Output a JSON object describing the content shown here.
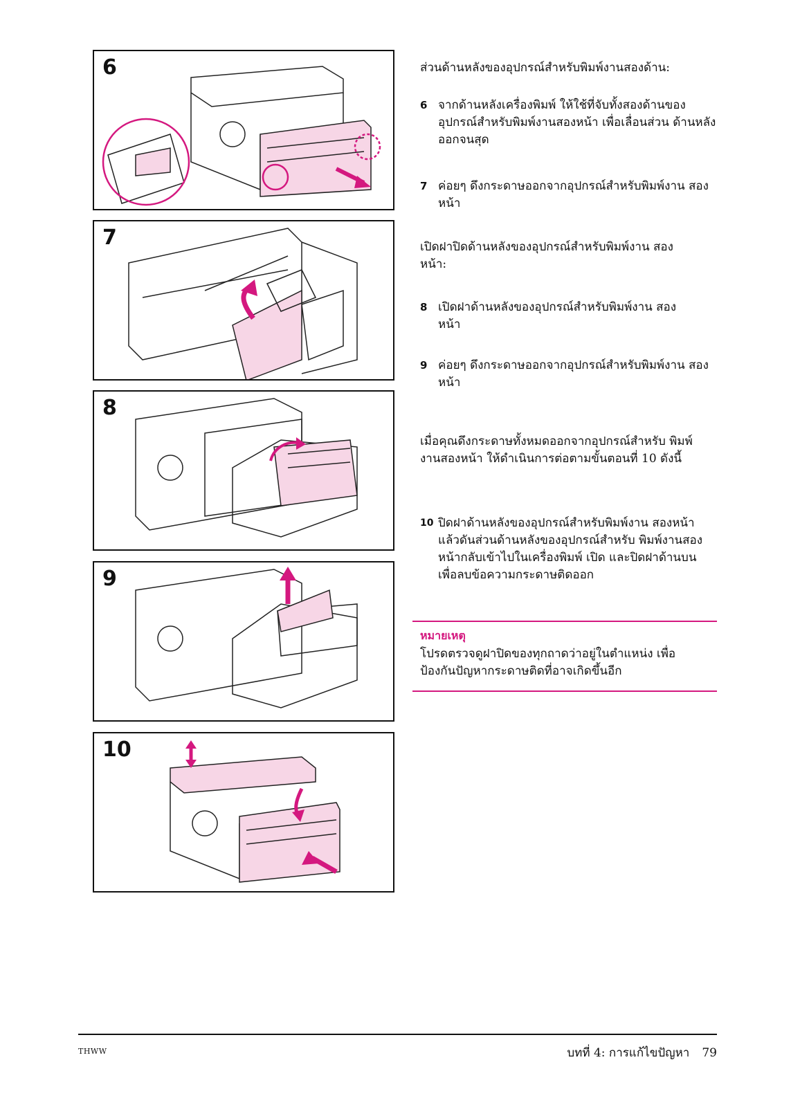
{
  "panels": [
    {
      "number": "6"
    },
    {
      "number": "7"
    },
    {
      "number": "8"
    },
    {
      "number": "9"
    },
    {
      "number": "10"
    }
  ],
  "text": {
    "intro1": "ส่วนด้านหลังของอุปกรณ์สำหรับพิมพ์งานสองด้าน:",
    "intro2": "เปิดฝาปิดด้านหลังของอุปกรณ์สำหรับพิมพ์งาน สองหน้า:",
    "intro3": "เมื่อคุณดึงกระดาษทั้งหมดออกจากอุปกรณ์สำหรับ พิมพ์งานสองหน้า ให้ดำเนินการต่อตามขั้นตอนที่ 10 ดังนี้"
  },
  "steps": [
    {
      "num": "6",
      "text": "จากด้านหลังเครื่องพิมพ์ ให้ใช้ที่จับทั้งสองด้านของ อุปกรณ์สำหรับพิมพ์งานสองหน้า เพื่อเลื่อนส่วน ด้านหลังออกจนสุด"
    },
    {
      "num": "7",
      "text": "ค่อยๆ ดึงกระดาษออกจากอุปกรณ์สำหรับพิมพ์งาน สองหน้า"
    },
    {
      "num": "8",
      "text": "เปิดฝาด้านหลังของอุปกรณ์สำหรับพิมพ์งาน สองหน้า"
    },
    {
      "num": "9",
      "text": "ค่อยๆ ดึงกระดาษออกจากอุปกรณ์สำหรับพิมพ์งาน สองหน้า"
    },
    {
      "num": "10",
      "text": "ปิดฝาด้านหลังของอุปกรณ์สำหรับพิมพ์งาน สองหน้า แล้วดันส่วนด้านหลังของอุปกรณ์สำหรับ พิมพ์งานสองหน้ากลับเข้าไปในเครื่องพิมพ์ เปิด และปิดฝาด้านบน เพื่อลบข้อความกระดาษติดออก"
    }
  ],
  "note": {
    "heading": "หมายเหตุ",
    "body": "โปรดตรวจดูฝาปิดของทุกถาดว่าอยู่ในตำแหน่ง เพื่อป้องกันปัญหากระดาษติดที่อาจเกิดขึ้นอีก"
  },
  "footer": {
    "left": "THWW",
    "chapter": "บทที่ 4:  การแก้ไขปัญหา",
    "page": "79"
  },
  "colors": {
    "accent": "#d4187f",
    "highlight_fill": "#f7d6e6"
  }
}
